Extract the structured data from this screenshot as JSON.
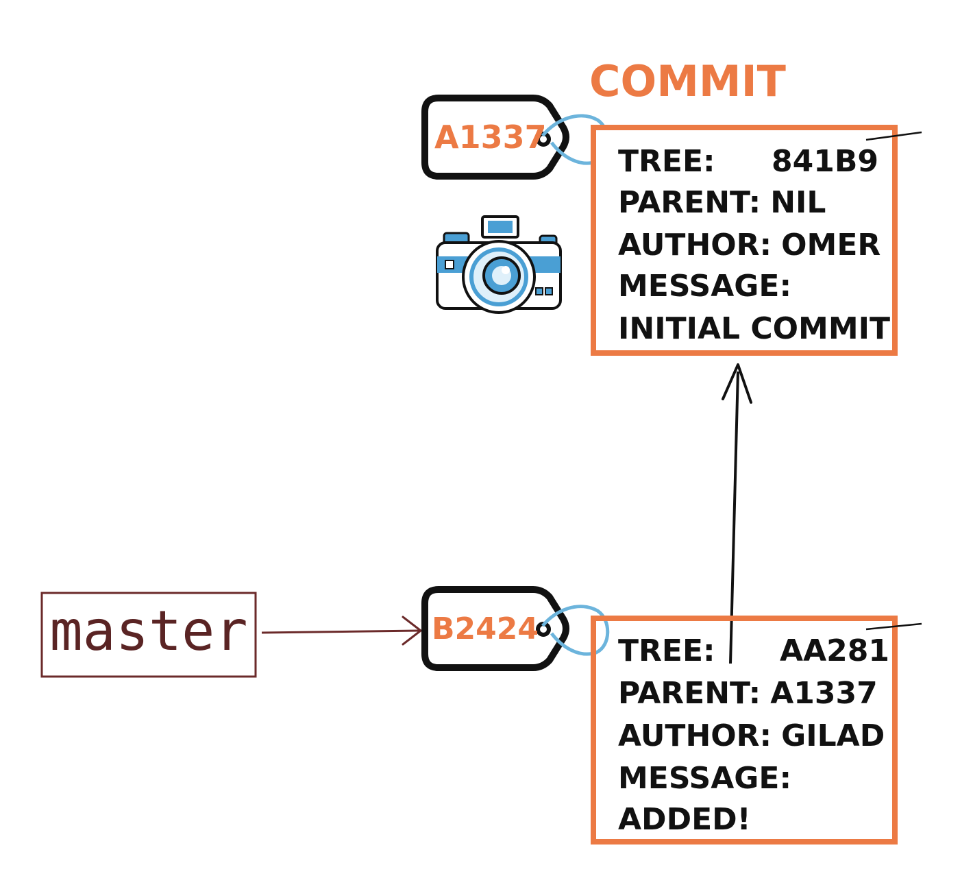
{
  "heading": "COMMIT",
  "colors": {
    "orange": "#ec7a44",
    "ink": "#111111",
    "ring": "#6cb4dc",
    "branch": "#6b2a2a",
    "camera_blue": "#4a9fd4",
    "camera_light": "#dff0fa"
  },
  "branch": {
    "name": "master"
  },
  "commits": [
    {
      "tag": "A1337",
      "icon": "camera-icon",
      "tree_label": "TREE:",
      "tree_value": "841B9",
      "parent_label": "PARENT:",
      "parent_value": "NIL",
      "author_label": "AUTHOR:",
      "author_value": "OMER",
      "message_label": "MESSAGE:",
      "message_value": "INITIAL COMMIT"
    },
    {
      "tag": "B2424",
      "tree_label": "TREE:",
      "tree_value": "AA281",
      "parent_label": "PARENT:",
      "parent_value": "A1337",
      "author_label": "AUTHOR:",
      "author_value": "GILAD",
      "message_label": "MESSAGE:",
      "message_value": "ADDED!"
    }
  ]
}
